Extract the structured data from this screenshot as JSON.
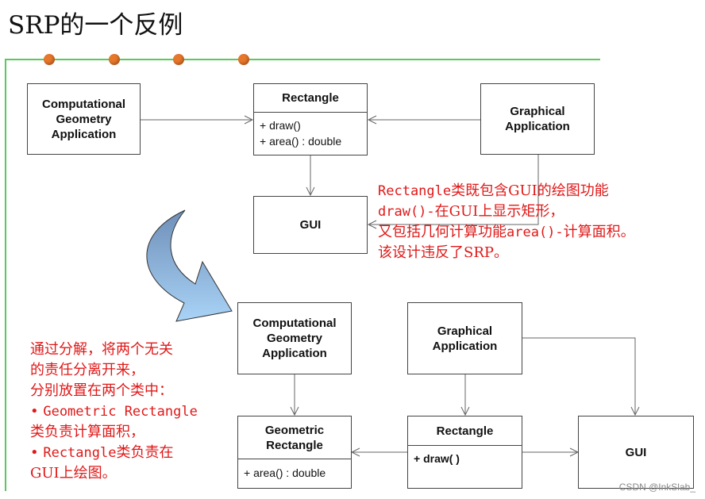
{
  "title": "SRP的一个反例",
  "top": {
    "cga": "Computational\nGeometry\nApplication",
    "rect_name": "Rectangle",
    "rect_ops": [
      "+ draw()",
      "+ area() : double"
    ],
    "graph": "Graphical\nApplication",
    "gui": "GUI"
  },
  "note_right": [
    [
      {
        "t": "Rectangle",
        "mono": true
      },
      {
        "t": "类既包含GUI的绘图功能",
        "mono": false
      }
    ],
    [
      {
        "t": "draw()-",
        "mono": true
      },
      {
        "t": "在GUI上显示矩形，",
        "mono": false
      }
    ],
    [
      {
        "t": "又包括几何计算功能",
        "mono": false
      },
      {
        "t": "area()-",
        "mono": true
      },
      {
        "t": "计算面积。",
        "mono": false
      }
    ],
    [
      {
        "t": "该设计违反了SRP。",
        "mono": false
      }
    ]
  ],
  "bottom": {
    "cga": "Computational\nGeometry\nApplication",
    "graph": "Graphical\nApplication",
    "geo_name": "Geometric\nRectangle",
    "geo_ops": [
      "+ area() : double"
    ],
    "rect_name": "Rectangle",
    "rect_ops": [
      "+ draw( )"
    ],
    "gui": "GUI"
  },
  "note_left": [
    [
      {
        "t": "通过分解，将两个无关",
        "mono": false
      }
    ],
    [
      {
        "t": "的责任分离开来，",
        "mono": false
      }
    ],
    [
      {
        "t": "分别放置在两个类中：",
        "mono": false
      }
    ],
    [
      {
        "t": "• ",
        "mono": false
      },
      {
        "t": "Geometric Rectangle",
        "mono": true
      }
    ],
    [
      {
        "t": "类负责计算面积，",
        "mono": false
      }
    ],
    [
      {
        "t": "• ",
        "mono": false
      },
      {
        "t": "Rectangle",
        "mono": true
      },
      {
        "t": "类负责在",
        "mono": false
      }
    ],
    [
      {
        "t": "GUI上绘图。",
        "mono": false
      }
    ]
  ],
  "watermark": "CSDN @InkSlab_",
  "colors": {
    "frame": "#5cc85c",
    "dots": "#e8772b",
    "note": "#e01818",
    "arrow_fill_top": "#6f8fb8",
    "arrow_fill_bottom": "#a9d3f7"
  }
}
